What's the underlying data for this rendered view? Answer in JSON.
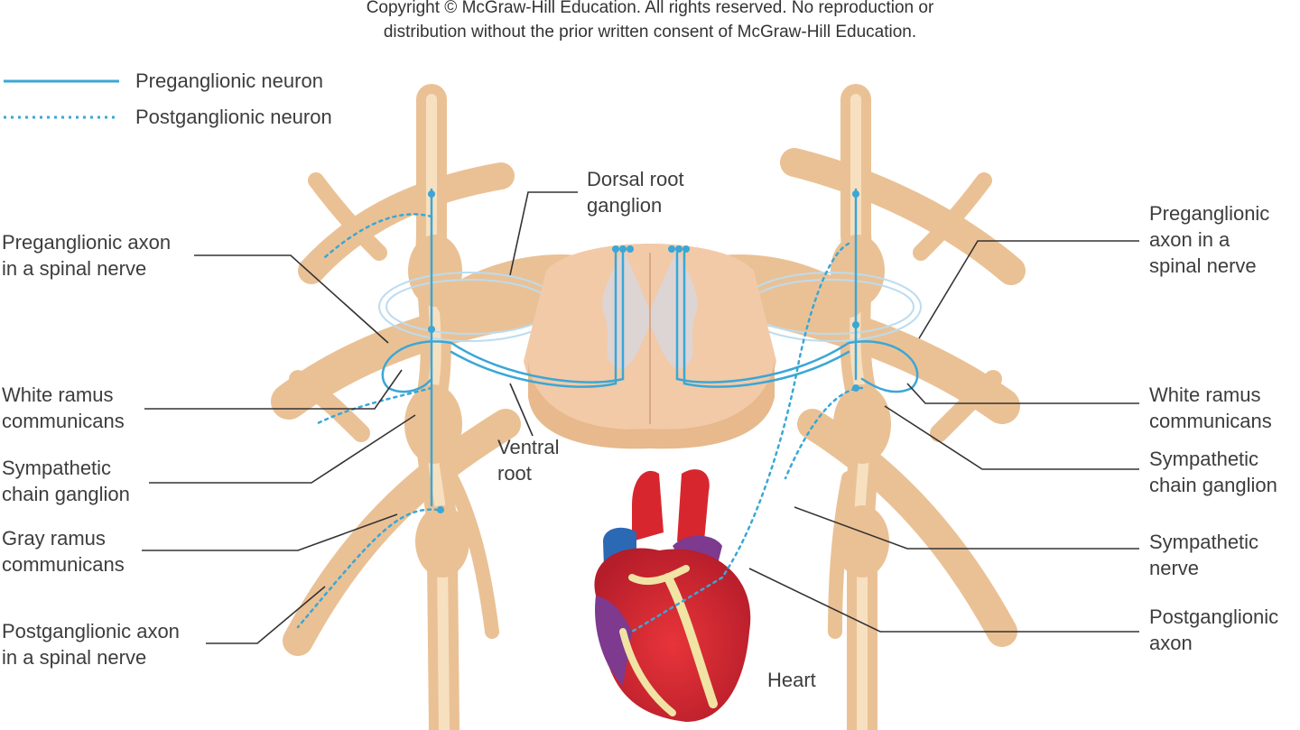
{
  "copyright": {
    "line1": "Copyright © McGraw-Hill Education. All rights reserved. No reproduction or",
    "line2": "distribution without the prior written consent of McGraw-Hill Education."
  },
  "legend": {
    "preganglionic": "Preganglionic neuron",
    "postganglionic": "Postganglionic neuron"
  },
  "labels": {
    "dorsal_root_ganglion": [
      "Dorsal root",
      "ganglion"
    ],
    "ventral_root": [
      "Ventral",
      "root"
    ],
    "heart": "Heart",
    "left": {
      "preganglionic_axon": [
        "Preganglionic axon",
        "in a spinal nerve"
      ],
      "white_ramus": [
        "White ramus",
        "communicans"
      ],
      "sympathetic_chain": [
        "Sympathetic",
        "chain ganglion"
      ],
      "gray_ramus": [
        "Gray ramus",
        "communicans"
      ],
      "postganglionic_axon": [
        "Postganglionic axon",
        "in a spinal nerve"
      ]
    },
    "right": {
      "preganglionic_axon": [
        "Preganglionic",
        "axon in a",
        "spinal nerve"
      ],
      "white_ramus": [
        "White ramus",
        "communicans"
      ],
      "sympathetic_chain": [
        "Sympathetic",
        "chain ganglion"
      ],
      "sympathetic_nerve": [
        "Sympathetic",
        "nerve"
      ],
      "postganglionic_axon": [
        "Postganglionic",
        "axon"
      ]
    }
  },
  "colors": {
    "nerve": "#f2d3a6",
    "nerve_shadow": "#e4b882",
    "neuron": "#3aa7d6",
    "cord_outer": "#f3d6b9",
    "cord_gray": "#f0c4bb",
    "heart_red": "#d8262f",
    "heart_purple": "#7d3a8e",
    "heart_blue": "#2b69b5",
    "fat": "#f1e3a4"
  }
}
